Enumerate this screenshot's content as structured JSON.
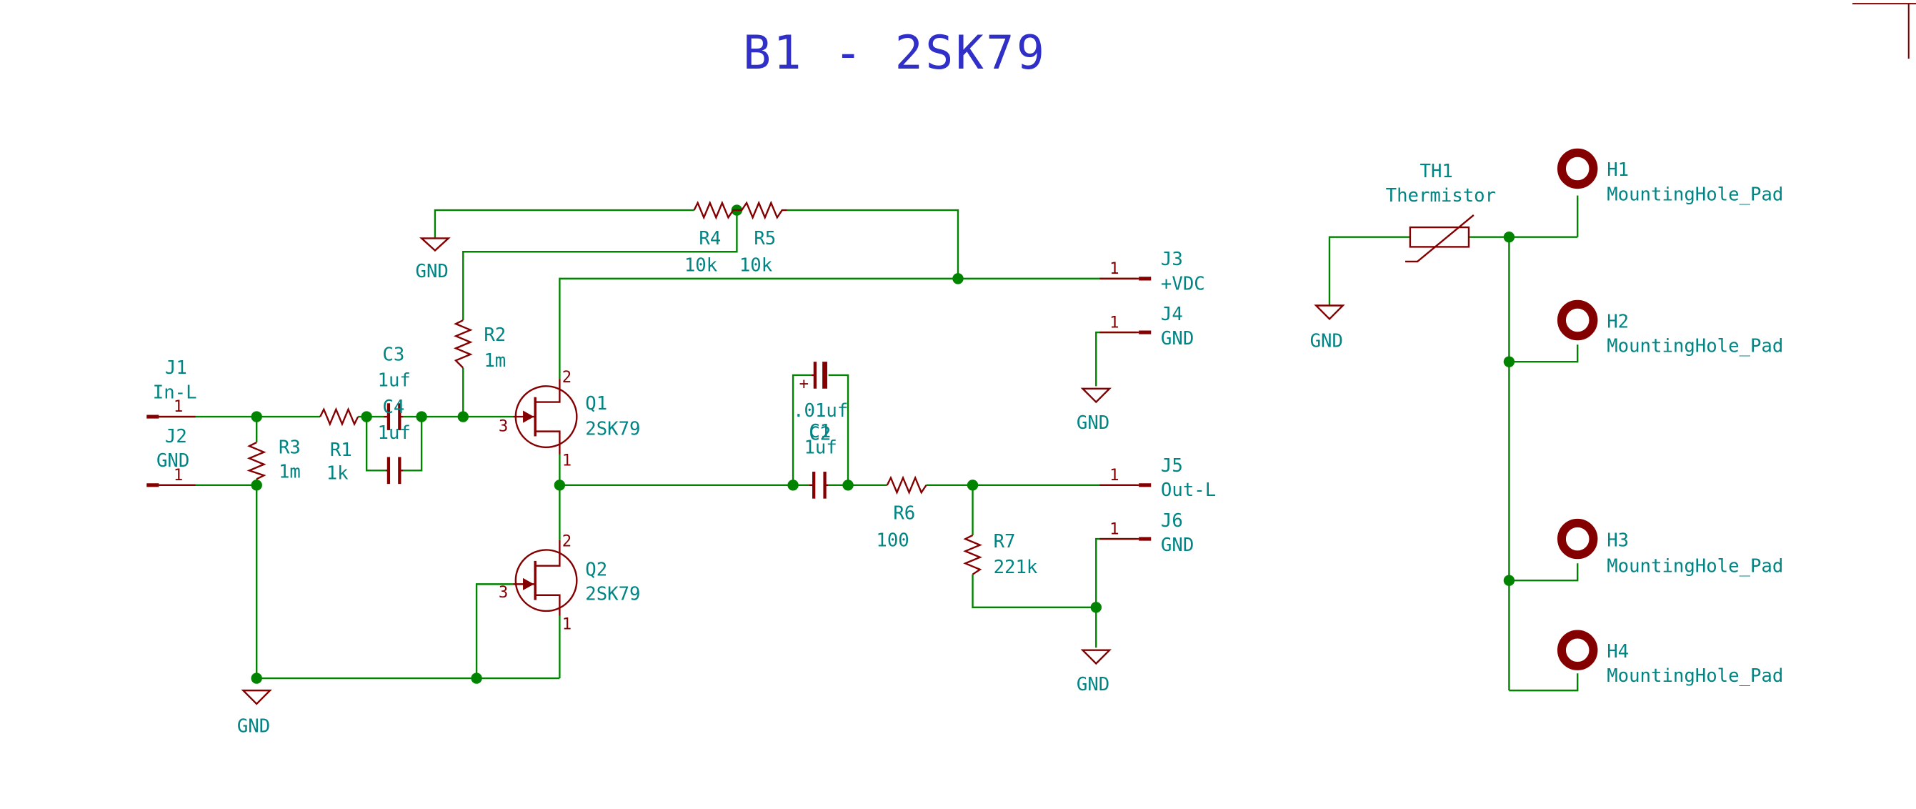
{
  "title": "B1 - 2SK79",
  "components": {
    "j1": {
      "ref": "J1",
      "value": "In-L",
      "pin": "1"
    },
    "j2": {
      "ref": "J2",
      "value": "GND",
      "pin": "1"
    },
    "j3": {
      "ref": "J3",
      "value": "+VDC",
      "pin": "1"
    },
    "j4": {
      "ref": "J4",
      "value": "GND",
      "pin": "1"
    },
    "j5": {
      "ref": "J5",
      "value": "Out-L",
      "pin": "1"
    },
    "j6": {
      "ref": "J6",
      "value": "GND",
      "pin": "1"
    },
    "r1": {
      "ref": "R1",
      "value": "1k"
    },
    "r2": {
      "ref": "R2",
      "value": "1m"
    },
    "r3": {
      "ref": "R3",
      "value": "1m"
    },
    "r4": {
      "ref": "R4",
      "value": "10k"
    },
    "r5": {
      "ref": "R5",
      "value": "10k"
    },
    "r6": {
      "ref": "R6",
      "value": "100"
    },
    "r7": {
      "ref": "R7",
      "value": "221k"
    },
    "c1": {
      "ref": "C1",
      "value": "1uf"
    },
    "c2": {
      "ref": "C2",
      "value": ".01uf"
    },
    "c3": {
      "ref": "C3",
      "value": "1uf"
    },
    "c4": {
      "ref": "C4",
      "value": "1uf"
    },
    "q1": {
      "ref": "Q1",
      "value": "2SK79",
      "pin_d": "2",
      "pin_g": "3",
      "pin_s": "1"
    },
    "q2": {
      "ref": "Q2",
      "value": "2SK79",
      "pin_d": "2",
      "pin_g": "3",
      "pin_s": "1"
    },
    "th1": {
      "ref": "TH1",
      "value": "Thermistor"
    },
    "h1": {
      "ref": "H1",
      "value": "MountingHole_Pad"
    },
    "h2": {
      "ref": "H2",
      "value": "MountingHole_Pad"
    },
    "h3": {
      "ref": "H3",
      "value": "MountingHole_Pad"
    },
    "h4": {
      "ref": "H4",
      "value": "MountingHole_Pad"
    }
  },
  "power": {
    "gnd": "GND"
  },
  "colors": {
    "wire": "#008400",
    "component": "#840000",
    "label": "#008484",
    "title": "#3030c8"
  }
}
